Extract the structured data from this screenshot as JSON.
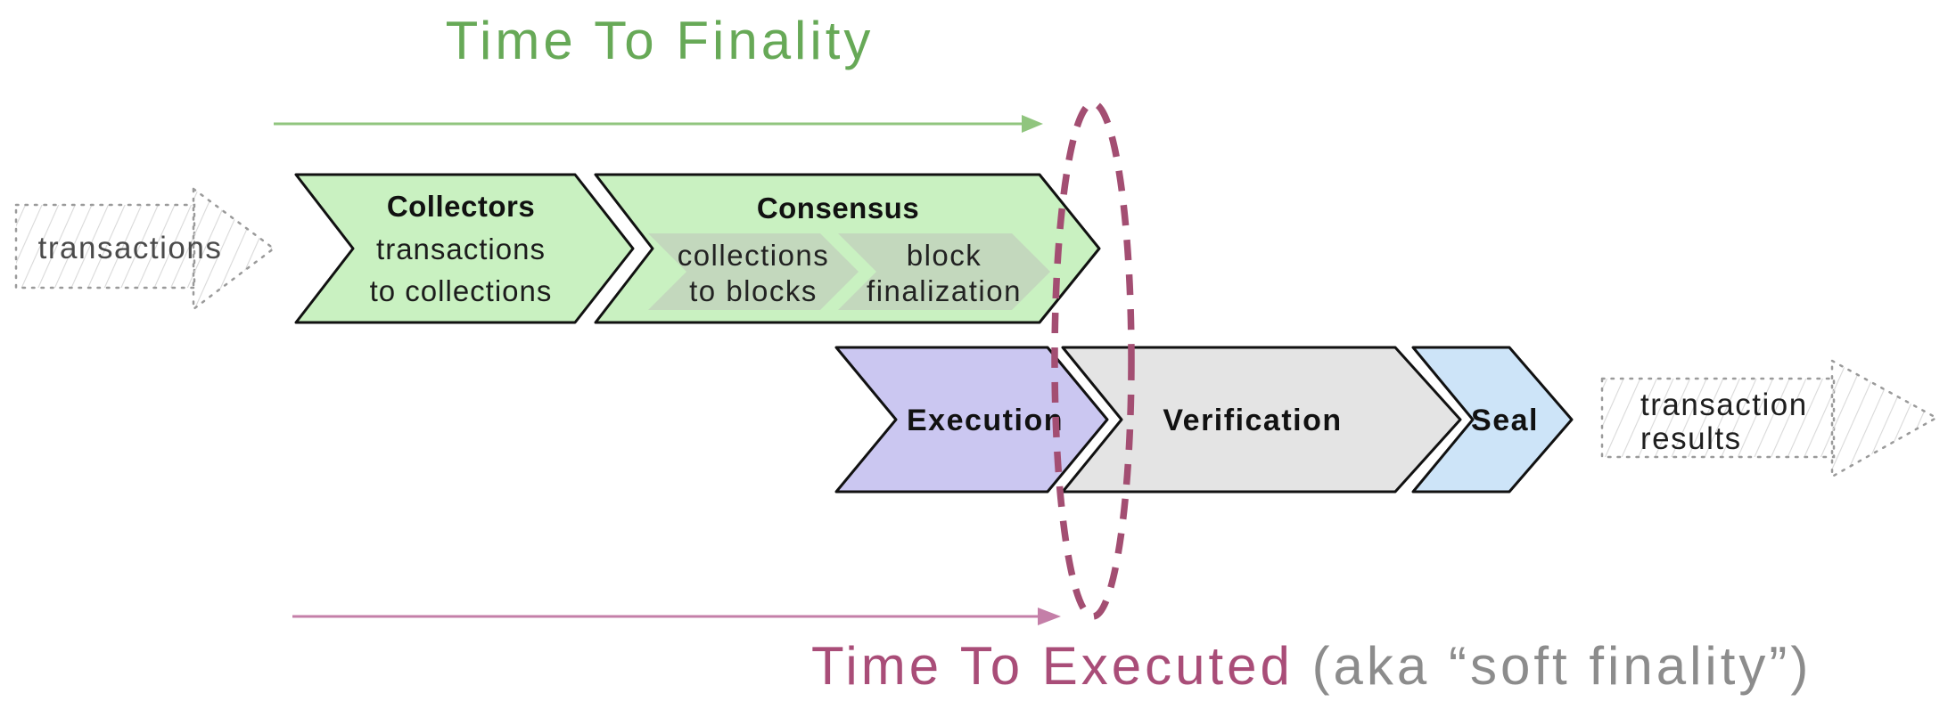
{
  "titles": {
    "time_to_finality": "Time To Finality",
    "time_to_executed": "Time To Executed",
    "time_to_executed_note": " (aka “soft finality”)"
  },
  "input_arrow": {
    "label": "transactions"
  },
  "output_arrow": {
    "line1": "transaction",
    "line2": "results"
  },
  "stages": {
    "collectors": {
      "title": "Collectors",
      "line1": "transactions",
      "line2": "to collections"
    },
    "consensus": {
      "title": "Consensus",
      "substage1": {
        "line1": "collections",
        "line2": "to blocks"
      },
      "substage2": {
        "line1": "block",
        "line2": "finalization"
      }
    },
    "execution": {
      "title": "Execution"
    },
    "verification": {
      "title": "Verification"
    },
    "seal": {
      "title": "Seal"
    }
  },
  "colors": {
    "finality_green": "#67a957",
    "finality_arrow": "#90c57e",
    "executed_magenta": "#a94d78",
    "executed_arrow": "#c47fa8",
    "note_gray": "#8c8c8c",
    "stage_green": "#c9f1c1",
    "substage_green": "#c3d8bd",
    "execution_purple": "#cbc7f1",
    "verification_gray": "#e4e4e4",
    "seal_blue": "#cde4f8",
    "outline_black": "#111111",
    "ellipse_maroon": "#a34e72",
    "sketch_border": "#9a9a9a",
    "sketch_hatch": "#d9d9d9",
    "input_label_gray": "#4a4a4a",
    "output_label_dark": "#1f1f1f"
  }
}
